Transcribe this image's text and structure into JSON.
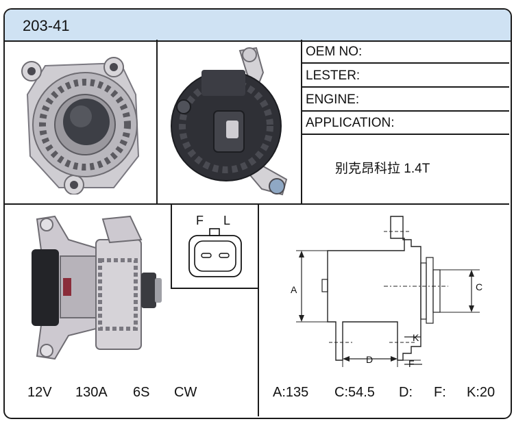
{
  "header": {
    "part_number": "203-41"
  },
  "info": {
    "oem_label": "OEM NO:",
    "lester_label": "LESTER:",
    "engine_label": "ENGINE:",
    "application_label": "APPLICATION:",
    "application_value": "别克昂科拉 1.4T"
  },
  "connector": {
    "pin_f": "F",
    "pin_l": "L"
  },
  "specs": {
    "voltage": "12V",
    "amperage": "130A",
    "pulley": "6S",
    "rotation": "CW"
  },
  "dimension_labels": {
    "a": "A",
    "c": "C",
    "d": "D",
    "f": "F",
    "k": "K"
  },
  "dimensions": {
    "a": "A:135",
    "c": "C:54.5",
    "d": "D:",
    "f": "F:",
    "k": "K:20"
  },
  "colors": {
    "title_bar": "#cfe2f3",
    "border": "#1a1a1a"
  }
}
